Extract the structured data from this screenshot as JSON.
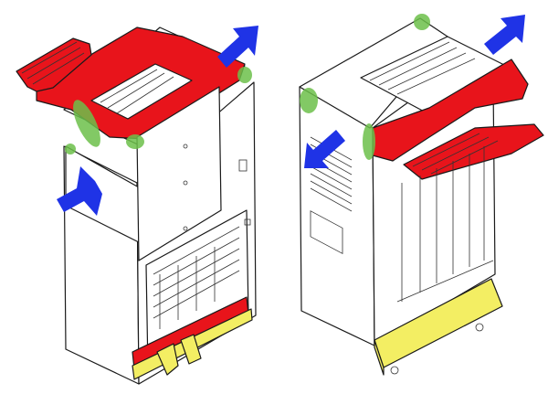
{
  "colors": {
    "background": "#ffffff",
    "line": "#1a1a1a",
    "body": "#ffffff",
    "red_zone": "#e8141b",
    "dark_red": "#b00d12",
    "green_zone": "#6cc04a",
    "yellow_zone": "#f3ee63",
    "arrow": "#1f33e6"
  },
  "views": [
    {
      "name": "left-machine-view",
      "highlights": [
        "red_zone",
        "green_zone",
        "yellow_zone"
      ],
      "arrows": 2
    },
    {
      "name": "right-machine-view",
      "highlights": [
        "red_zone",
        "green_zone",
        "yellow_zone"
      ],
      "arrows": 2
    }
  ]
}
